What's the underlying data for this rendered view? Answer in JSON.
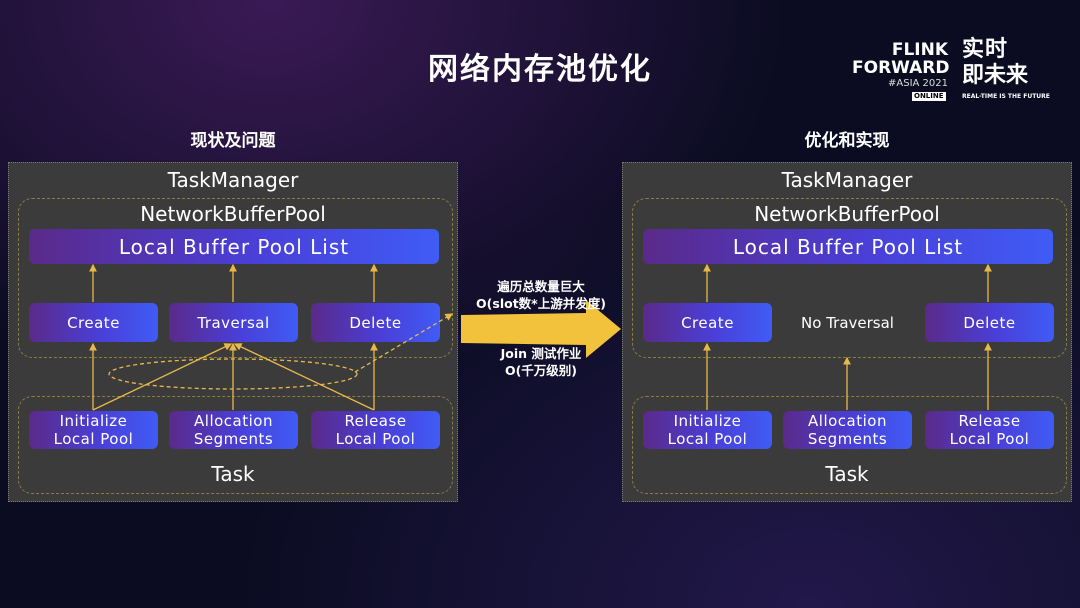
{
  "title": "网络内存池优化",
  "logo": {
    "brand_line1": "FLINK",
    "brand_line2": "FORWARD",
    "edition": "#ASIA 2021",
    "badge": "ONLINE",
    "slogan_cn_1": "实时",
    "slogan_cn_2": "即未来",
    "slogan_en": "REAL-TIME IS THE FUTURE"
  },
  "left": {
    "heading": "现状及问题",
    "task_manager": "TaskManager",
    "network_buffer_pool": "NetworkBufferPool",
    "local_buffer_pool_list": "Local Buffer Pool List",
    "ops": [
      "Create",
      "Traversal",
      "Delete"
    ],
    "task_ops": [
      [
        "Initialize",
        "Local Pool"
      ],
      [
        "Allocation",
        "Segments"
      ],
      [
        "Release",
        "Local Pool"
      ]
    ],
    "task": "Task"
  },
  "right": {
    "heading": "优化和实现",
    "task_manager": "TaskManager",
    "network_buffer_pool": "NetworkBufferPool",
    "local_buffer_pool_list": "Local Buffer Pool List",
    "ops": [
      "Create",
      "No Traversal",
      "Delete"
    ],
    "task_ops": [
      [
        "Initialize",
        "Local Pool"
      ],
      [
        "Allocation",
        "Segments"
      ],
      [
        "Release",
        "Local Pool"
      ]
    ],
    "task": "Task"
  },
  "middle": {
    "note_top_1": "遍历总数量巨大",
    "note_top_2": "O(slot数*上游并发度)",
    "note_bottom_1": "Join 测试作业",
    "note_bottom_2": "O(千万级别)"
  },
  "colors": {
    "arrow": "#f5c542",
    "panel": "#3b3b3b",
    "box_start": "#5a2a8a",
    "box_end": "#3f5cf5"
  }
}
